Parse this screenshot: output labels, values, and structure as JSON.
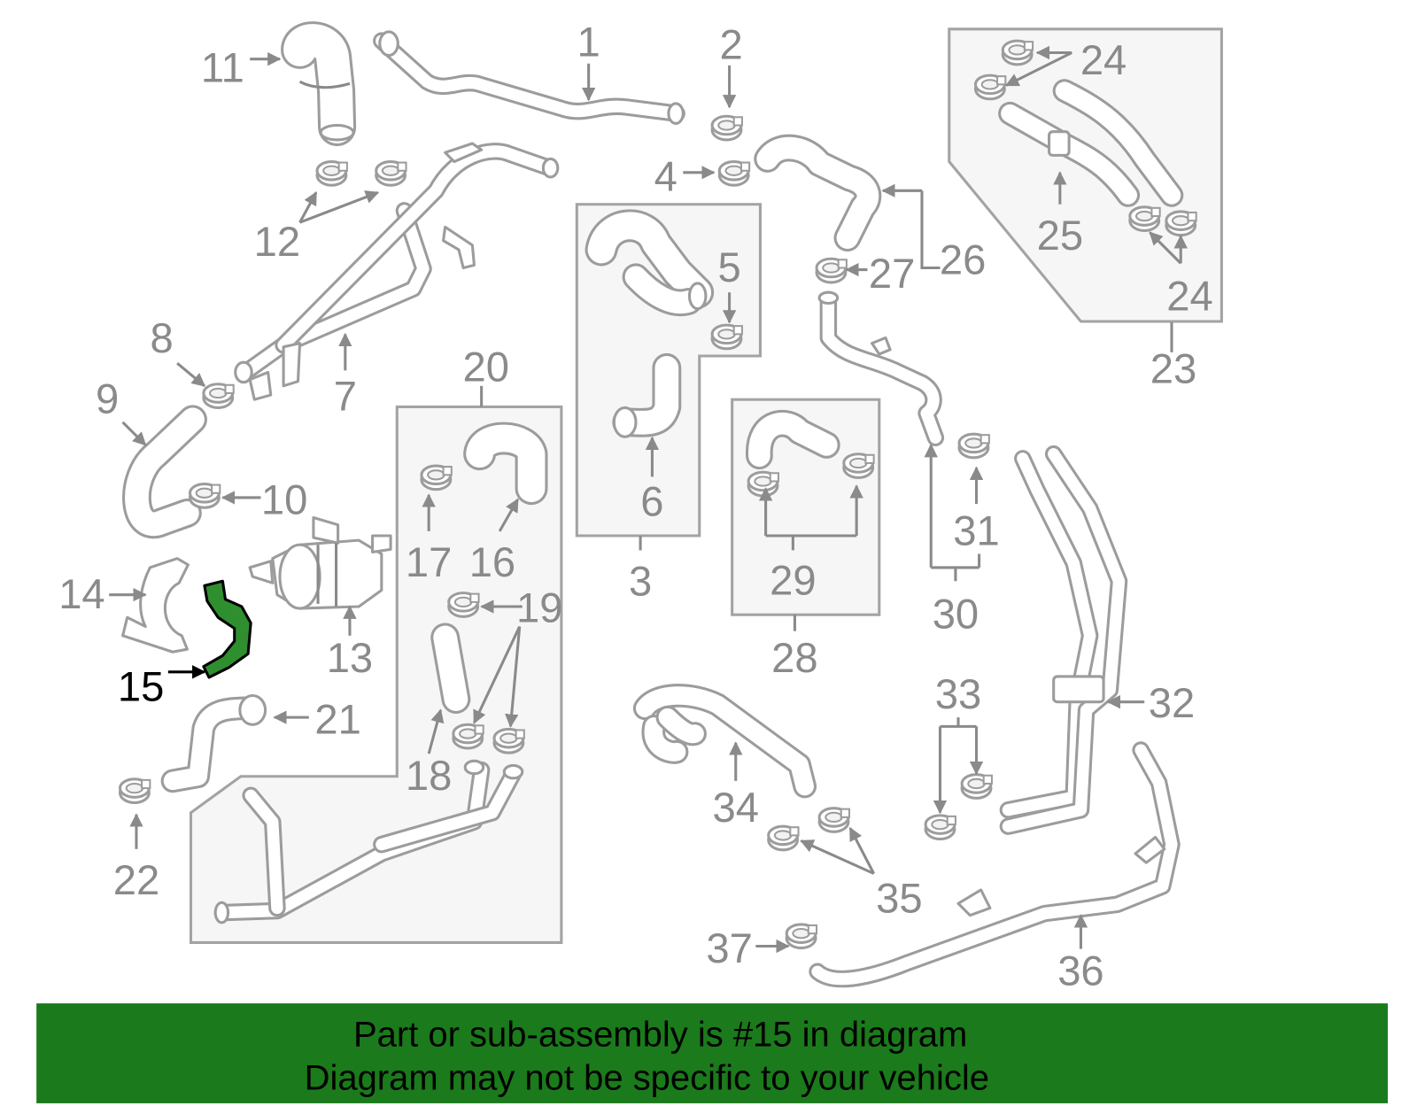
{
  "callouts": {
    "c1": "1",
    "c2": "2",
    "c3": "3",
    "c4": "4",
    "c5": "5",
    "c6": "6",
    "c7": "7",
    "c8": "8",
    "c9": "9",
    "c10": "10",
    "c11": "11",
    "c12": "12",
    "c13": "13",
    "c14": "14",
    "c15": "15",
    "c16": "16",
    "c17": "17",
    "c18": "18",
    "c19": "19",
    "c20": "20",
    "c21": "21",
    "c22": "22",
    "c23": "23",
    "c24": "24",
    "c25": "25",
    "c26": "26",
    "c27": "27",
    "c28": "28",
    "c29": "29",
    "c30": "30",
    "c31": "31",
    "c32": "32",
    "c33": "33",
    "c34": "34",
    "c35": "35",
    "c36": "36",
    "c37": "37"
  },
  "banner": {
    "line1": "Part or sub-assembly is #15 in diagram",
    "line2": "Diagram may not be specific to your vehicle"
  },
  "colors": {
    "highlight": "#2f8f2f",
    "banner": "#1b7a1b",
    "parts": "#9c9c9c"
  }
}
